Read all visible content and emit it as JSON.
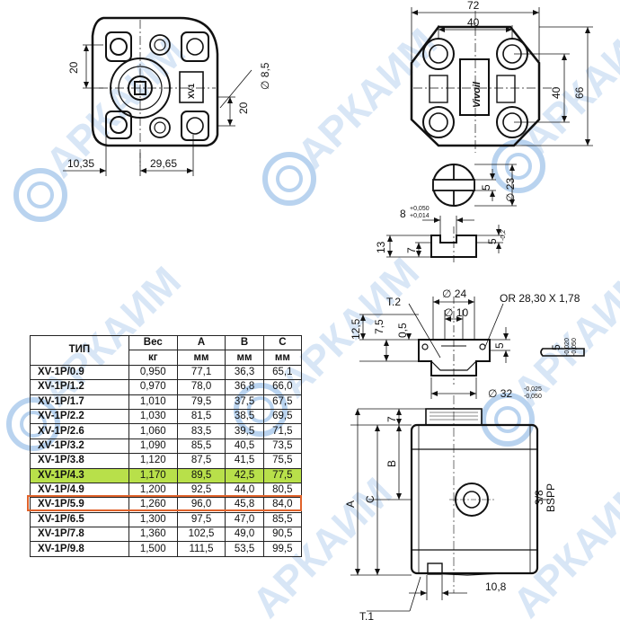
{
  "watermark": "АРКАИМ",
  "dims": {
    "w72": "72",
    "w40": "40",
    "h40": "40",
    "h66": "66",
    "f20": "20",
    "b20": "20",
    "d85": "∅ 8,5",
    "l1035": "10,35",
    "l2965": "29,65",
    "k5": "5",
    "d23": "∅ 23",
    "t8": "8",
    "t8tol_up": "+0,050",
    "t8tol_lo": "+0,014",
    "t13": "13",
    "t7": "7",
    "t5": "5",
    "t5tol": "-0,2",
    "d24": "∅ 24",
    "d10": "∅ 10",
    "or": "OR 28,30 X 1,78",
    "t2": "T.2",
    "h125": "12,5",
    "h75": "7,5",
    "h05": "0,5",
    "sh5": "5",
    "sh5tol_up": "-0,020",
    "sh5tol_lo": "-0,050",
    "d32": "∅ 32",
    "d32tol_up": "-0,025",
    "d32tol_lo": "-0,050",
    "s7": "7",
    "sB": "B",
    "sC": "C",
    "sA": "A",
    "port": "3/8",
    "bspp": "BSPP",
    "l108": "10,8",
    "t1": "T.1"
  },
  "nameplate": {
    "text": "Vivoil",
    "label": "XV1"
  },
  "table": {
    "headers": [
      {
        "top": "ТИП",
        "bottom": ""
      },
      {
        "top": "Вес",
        "bottom": "кг"
      },
      {
        "top": "A",
        "bottom": "мм"
      },
      {
        "top": "B",
        "bottom": "мм"
      },
      {
        "top": "C",
        "bottom": "мм"
      }
    ],
    "highlight_row": 7,
    "highlight_color": "#b8e04a",
    "frame_color": "#e0622a",
    "rows": [
      [
        "XV-1P/0.9",
        "0,950",
        "77,1",
        "36,3",
        "65,1"
      ],
      [
        "XV-1P/1.2",
        "0,970",
        "78,0",
        "36,8",
        "66,0"
      ],
      [
        "XV-1P/1.7",
        "1,010",
        "79,5",
        "37,5",
        "67,5"
      ],
      [
        "XV-1P/2.2",
        "1,030",
        "81,5",
        "38,5",
        "69,5"
      ],
      [
        "XV-1P/2.6",
        "1,060",
        "83,5",
        "39,5",
        "71,5"
      ],
      [
        "XV-1P/3.2",
        "1,090",
        "85,5",
        "40,5",
        "73,5"
      ],
      [
        "XV-1P/3.8",
        "1,120",
        "87,5",
        "41,5",
        "75,5"
      ],
      [
        "XV-1P/4.3",
        "1,170",
        "89,5",
        "42,5",
        "77,5"
      ],
      [
        "XV-1P/4.9",
        "1,200",
        "92,5",
        "44,0",
        "80,5"
      ],
      [
        "XV-1P/5.9",
        "1,260",
        "96,0",
        "45,8",
        "84,0"
      ],
      [
        "XV-1P/6.5",
        "1,300",
        "97,5",
        "47,0",
        "85,5"
      ],
      [
        "XV-1P/7.8",
        "1,360",
        "102,5",
        "49,0",
        "90,5"
      ],
      [
        "XV-1P/9.8",
        "1,500",
        "111,5",
        "53,5",
        "99,5"
      ]
    ]
  }
}
